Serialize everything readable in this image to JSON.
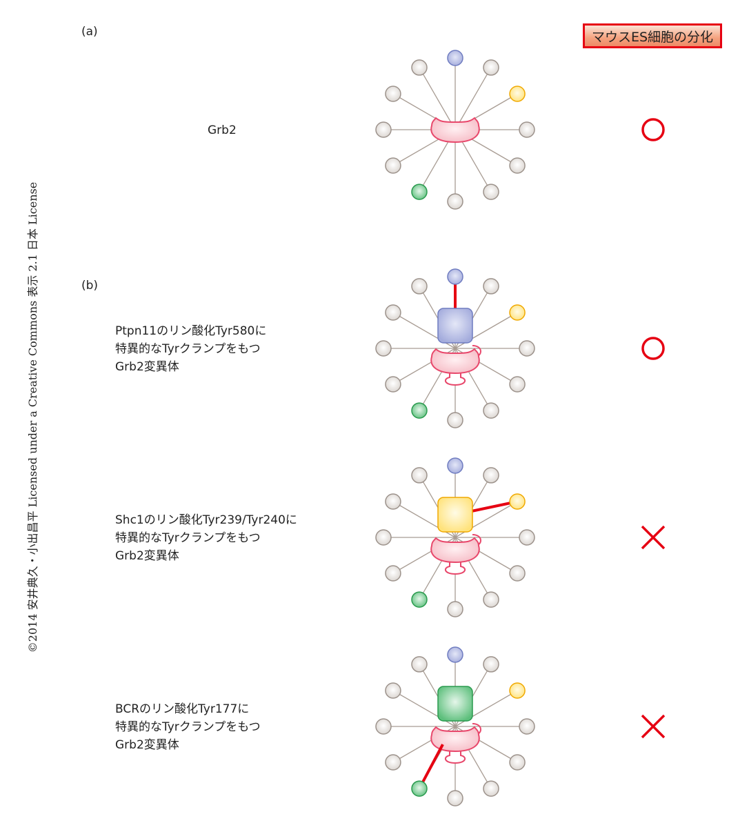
{
  "copyright": "©2014 安井典久・小出昌平 Licensed under a Creative Commons 表示 2.1 日本 License",
  "header": "マウスES細胞の分化",
  "sections": {
    "a": "(a)",
    "b": "(b)"
  },
  "colors": {
    "red": "#e60012",
    "pink": "#e8476b",
    "blue": "#a8b0dd",
    "yellow": "#ffe58a",
    "green": "#5bbf7a",
    "gray": "#ddd8d3"
  },
  "panels": [
    {
      "lines": [
        "Grb2"
      ],
      "clamp": null,
      "result": "circle"
    },
    {
      "lines": [
        "Ptpn11のリン酸化Tyr580に",
        "特異的なTyrクランプをもつ",
        "Grb2変異体"
      ],
      "clamp": "blue",
      "result": "circle"
    },
    {
      "lines": [
        "Shc1のリン酸化Tyr239/Tyr240に",
        "特異的なTyrクランプをもつ",
        "Grb2変異体"
      ],
      "clamp": "yellow",
      "result": "cross"
    },
    {
      "lines": [
        "BCRのリン酸化Tyr177に",
        "特異的なTyrクランプをもつ",
        "Grb2変異体"
      ],
      "clamp": "green",
      "result": "cross"
    }
  ]
}
